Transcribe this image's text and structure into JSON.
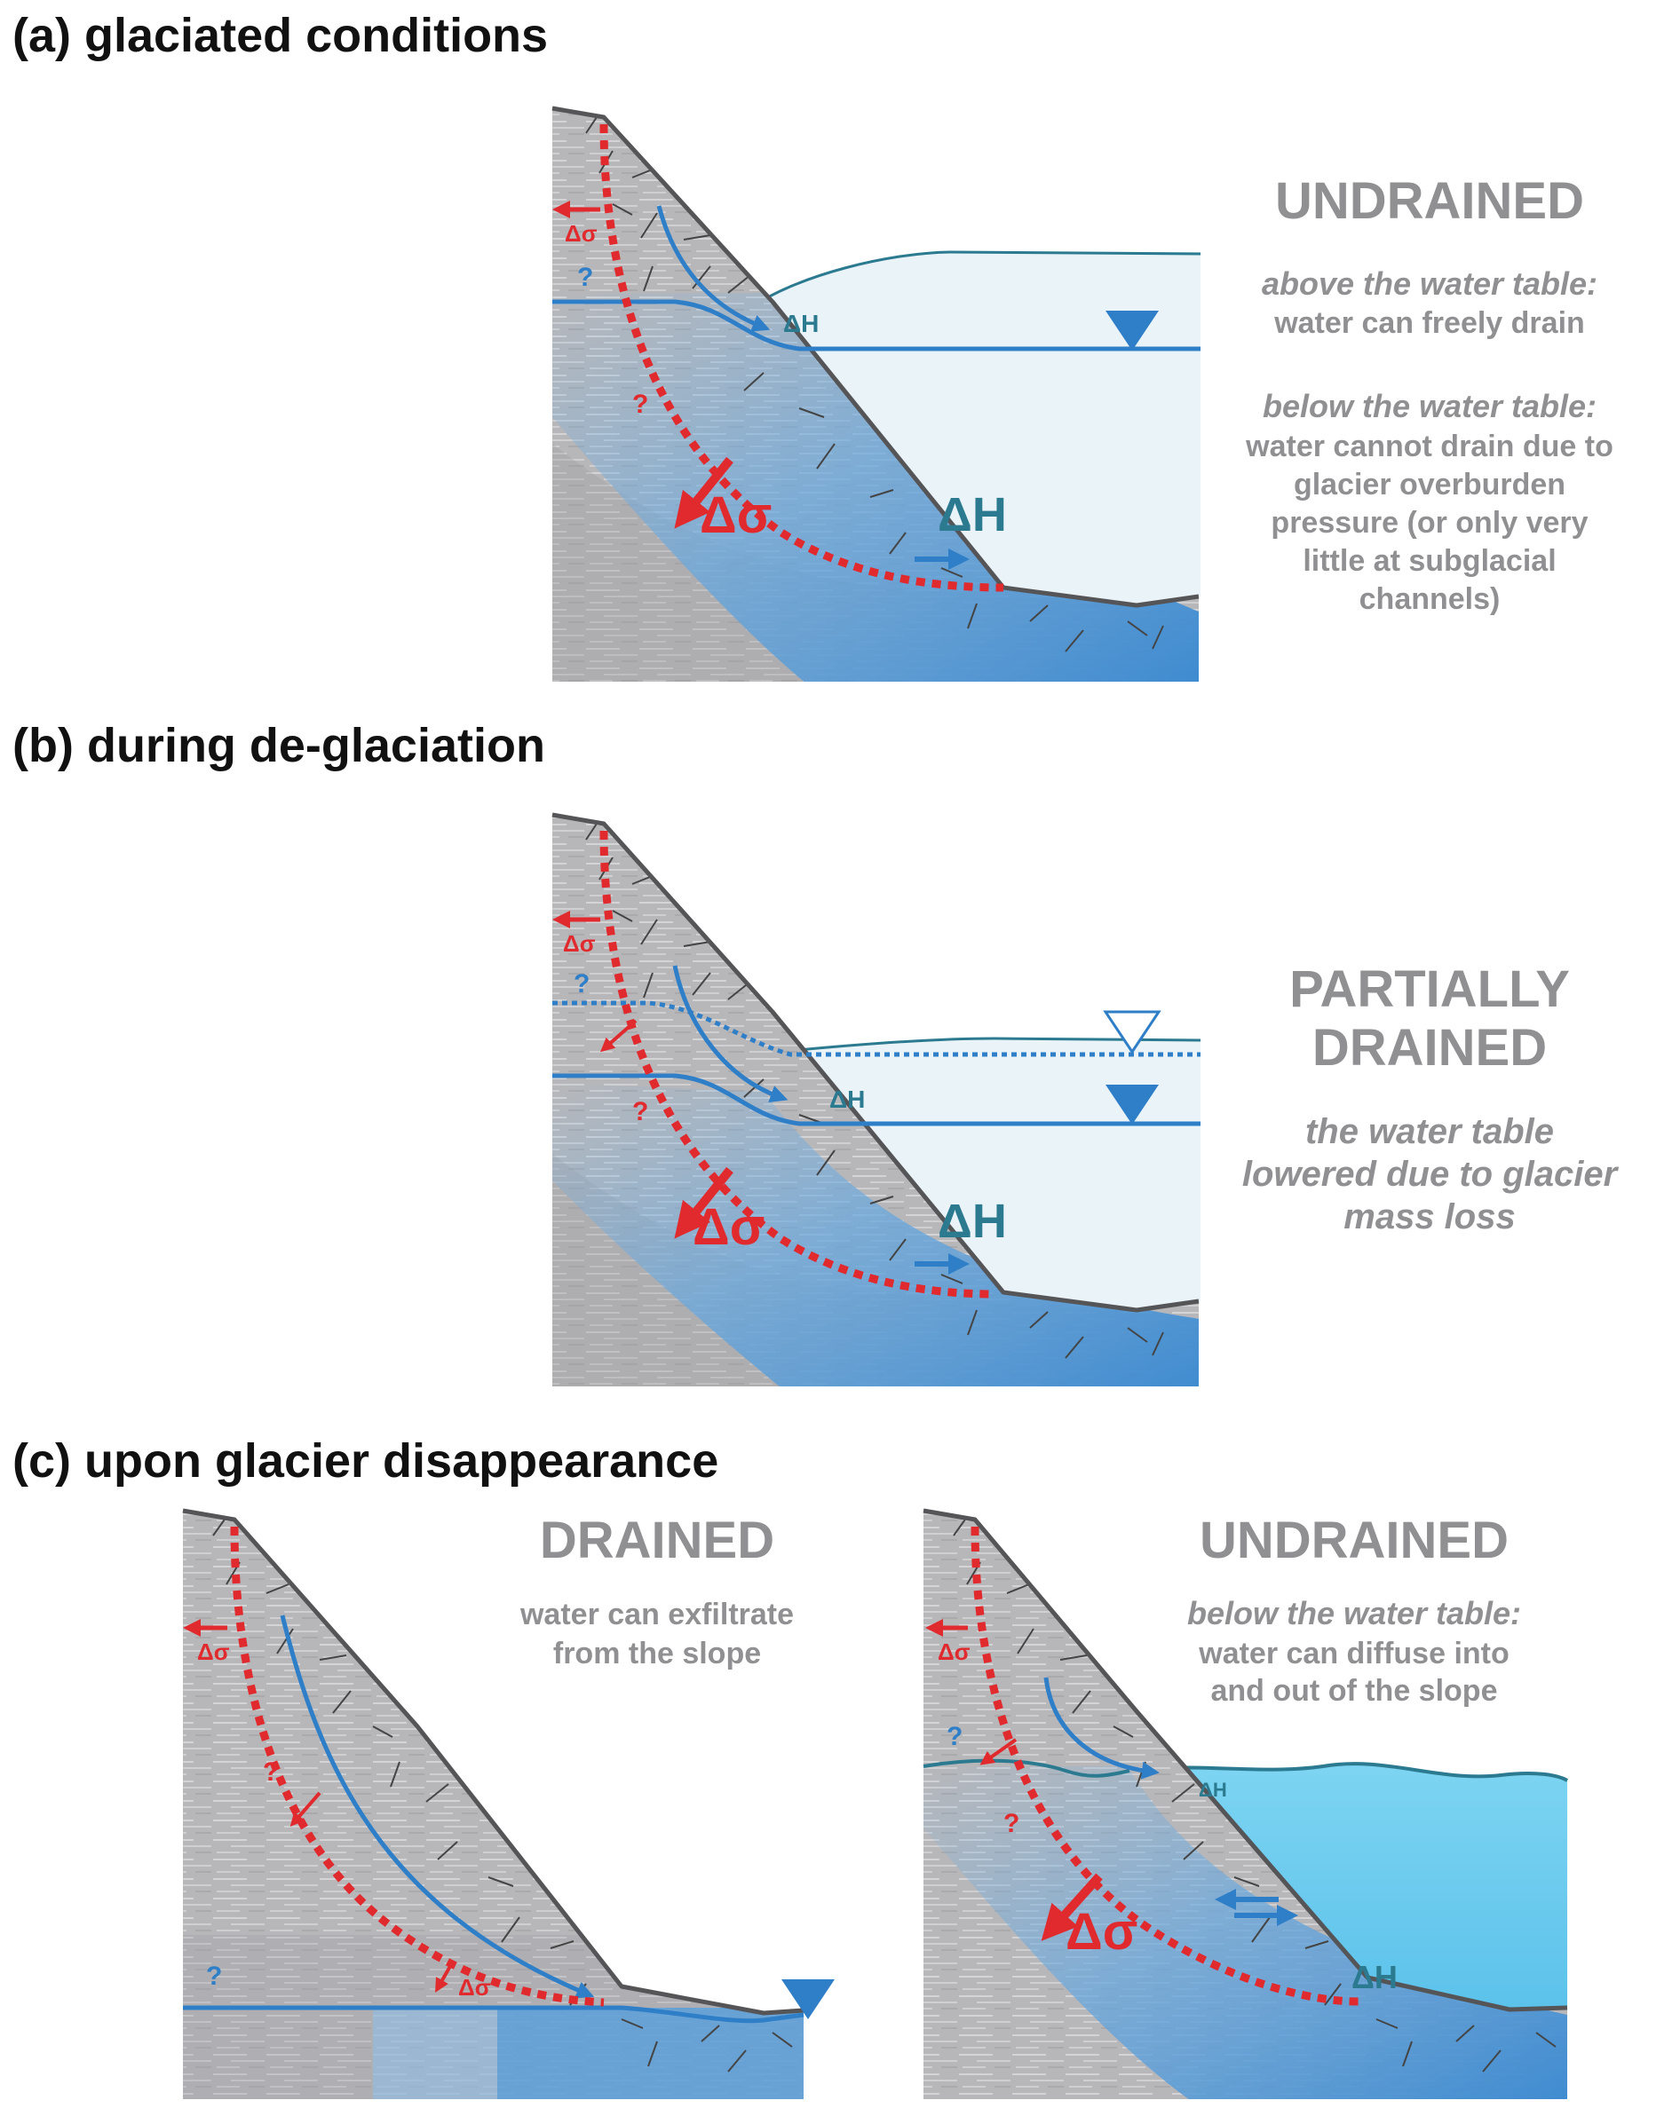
{
  "colors": {
    "rock": "#b9b9bb",
    "rock_dark": "#9e9ea1",
    "outline": "#555558",
    "water_blue": "#2f7fc8",
    "water_mid": "#63a3dc",
    "glacier_fill": "#e6f2f8",
    "lake_fill": "#6fcbee",
    "red": "#e02a2e",
    "teal": "#2b7a90",
    "gray_text": "#909092",
    "black": "#111111"
  },
  "panel_a": {
    "title": "(a) glaciated conditions",
    "state": "UNDRAINED",
    "above_heading": "above the water table:",
    "above_text": "water can freely drain",
    "below_heading": "below the water table:",
    "below_lines": [
      "water cannot drain due to",
      "glacier overburden",
      "pressure (or only very",
      "little at subglacial",
      "channels)"
    ],
    "q_blue": "?",
    "q_red": "?",
    "dsigma_small": "Δσ",
    "dsigma_big": "Δσ",
    "dh_small": "ΔH",
    "dh_big": "ΔH"
  },
  "panel_b": {
    "title": "(b) during de-glaciation",
    "state_line1": "PARTIALLY",
    "state_line2": "DRAINED",
    "desc_lines": [
      "the water table",
      "lowered due to glacier",
      "mass loss"
    ],
    "q_blue": "?",
    "q_red": "?",
    "dsigma_small": "Δσ",
    "dsigma_big": "Δσ",
    "dh_small": "ΔH",
    "dh_big": "ΔH"
  },
  "panel_c": {
    "title": "(c) upon glacier disappearance",
    "left": {
      "state": "DRAINED",
      "desc_lines": [
        "water can exfiltrate",
        "from the slope"
      ],
      "q_blue": "?",
      "q_red": "?",
      "dsigma_top": "Δσ",
      "dsigma_bottom": "Δσ"
    },
    "right": {
      "state": "UNDRAINED",
      "heading": "below the water table:",
      "desc_lines": [
        "water can diffuse into",
        "and out of the slope"
      ],
      "q_blue": "?",
      "q_red": "?",
      "dsigma_small": "Δσ",
      "dsigma_big": "Δσ",
      "dh_small": "ΔH",
      "dh_big": "ΔH"
    }
  }
}
